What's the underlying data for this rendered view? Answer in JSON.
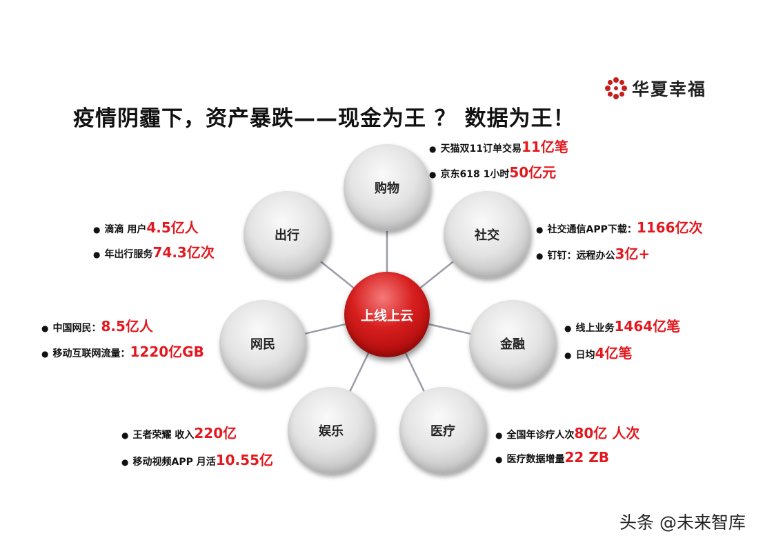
{
  "title": "疫情阴霾下，资产暴跌——现金为王 ？ 数据为王！",
  "logo": {
    "text": "华夏幸福",
    "icon": "flower-logo-icon",
    "color": "#c41f1f"
  },
  "center": {
    "label": "上线上云"
  },
  "nodes": {
    "shopping": "购物",
    "travel": "出行",
    "social": "社交",
    "netizen": "网民",
    "finance": "金融",
    "entertainment": "娱乐",
    "medical": "医疗"
  },
  "stats": {
    "shopping": [
      {
        "label": "天猫双11订单交易 ",
        "value": "11亿笔"
      },
      {
        "label": "京东618 1小时",
        "value": "50亿元"
      }
    ],
    "travel": [
      {
        "label": "滴滴 用户",
        "value": "4.5亿人"
      },
      {
        "label": "年出行服务 ",
        "value": "74.3亿次"
      }
    ],
    "social": [
      {
        "label": "社交通信APP下载： ",
        "value": "1166亿次"
      },
      {
        "label": "钉钉：远程办公",
        "value": "3亿+"
      }
    ],
    "netizen": [
      {
        "label": "中国网民： ",
        "value": "8.5亿人"
      },
      {
        "label": "移动互联网流量： ",
        "value": "1220亿GB"
      }
    ],
    "finance": [
      {
        "label": "线上业务 ",
        "value": "1464亿笔"
      },
      {
        "label": "日均 ",
        "value": "4亿笔"
      }
    ],
    "entertainment": [
      {
        "label": "王者荣耀 收入",
        "value": "220亿"
      },
      {
        "label": "移动视频APP 月活",
        "value": "10.55亿"
      }
    ],
    "medical": [
      {
        "label": "全国年诊疗人次 ",
        "value": "80亿 人次"
      },
      {
        "label": "医疗数据增量 ",
        "value": "22 ZB"
      }
    ]
  },
  "watermark": "头条 @未来智库",
  "colors": {
    "accent": "#e3181e",
    "center_fill": "#c8161d",
    "node_fill": "#d9d9d9"
  }
}
